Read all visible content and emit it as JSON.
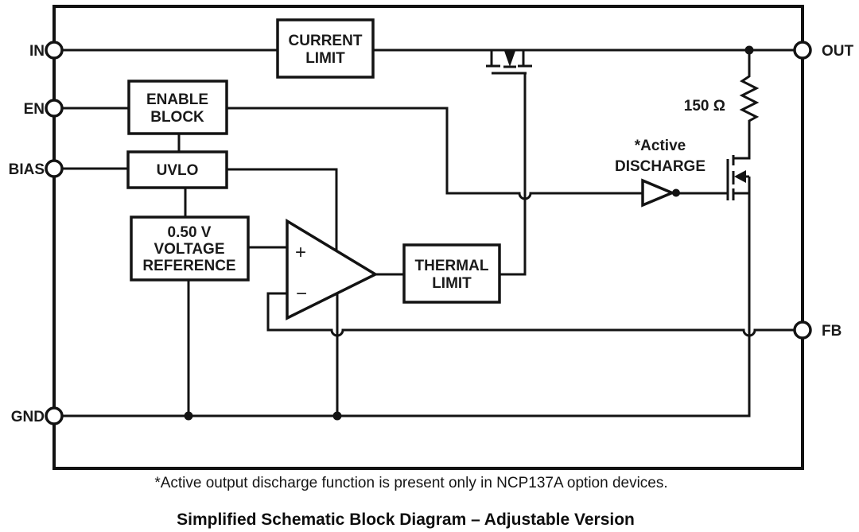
{
  "pins": {
    "in": "IN",
    "en": "EN",
    "bias": "BIAS",
    "gnd": "GND",
    "out": "OUT",
    "fb": "FB"
  },
  "blocks": {
    "current_limit": {
      "line1": "CURRENT",
      "line2": "LIMIT"
    },
    "enable_block": {
      "line1": "ENABLE",
      "line2": "BLOCK"
    },
    "uvlo": {
      "label": "UVLO"
    },
    "voltage_reference": {
      "line1": "0.50 V",
      "line2": "VOLTAGE",
      "line3": "REFERENCE"
    },
    "thermal_limit": {
      "line1": "THERMAL",
      "line2": "LIMIT"
    }
  },
  "opamp": {
    "plus": "+",
    "minus": "−"
  },
  "annotations": {
    "resistor_value": "150 Ω",
    "active_discharge_line1": "*Active",
    "active_discharge_line2": "DISCHARGE"
  },
  "footnote": "*Active output discharge function is present only in NCP137A option devices.",
  "caption": "Simplified Schematic Block Diagram – Adjustable Version",
  "colors": {
    "line": "#131313",
    "text": "#1a1a1a",
    "background": "#ffffff"
  }
}
